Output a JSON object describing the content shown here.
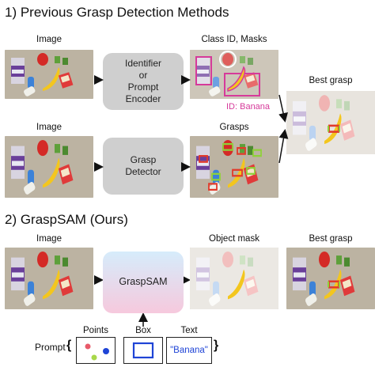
{
  "section1": {
    "heading": "1) Previous Grasp Detection Methods"
  },
  "section2": {
    "heading": "2) GraspSAM (Ours)"
  },
  "row1": {
    "input_label": "Image",
    "block_lines": [
      "Identifier",
      "or",
      "Prompt",
      "Encoder"
    ],
    "output_label": "Class ID, Masks",
    "class_tag": "ID: Banana"
  },
  "row2": {
    "input_label": "Image",
    "block_lines": [
      "Grasp",
      "Detector"
    ],
    "output_label": "Grasps"
  },
  "best_grasp_label_1": "Best grasp",
  "row3": {
    "input_label": "Image",
    "block_label": "GraspSAM",
    "mask_label": "Object mask",
    "best_label": "Best grasp"
  },
  "prompt": {
    "label": "Prompt",
    "open_brace": "{",
    "close_brace": "}",
    "points_label": "Points",
    "box_label": "Box",
    "text_label": "Text",
    "text_value": "\"Banana\""
  },
  "colors": {
    "block_gray": "#cfcfcf",
    "gradient_top": "#d6ecfb",
    "gradient_bottom": "#f6c9dd",
    "mask_magenta": "#d63a9a",
    "grasp_red": "#e23a2a",
    "grasp_green": "#8fd13a",
    "prompt_blue": "#1f44d6",
    "point_red": "#e85a6a",
    "point_green": "#a8d84a"
  }
}
